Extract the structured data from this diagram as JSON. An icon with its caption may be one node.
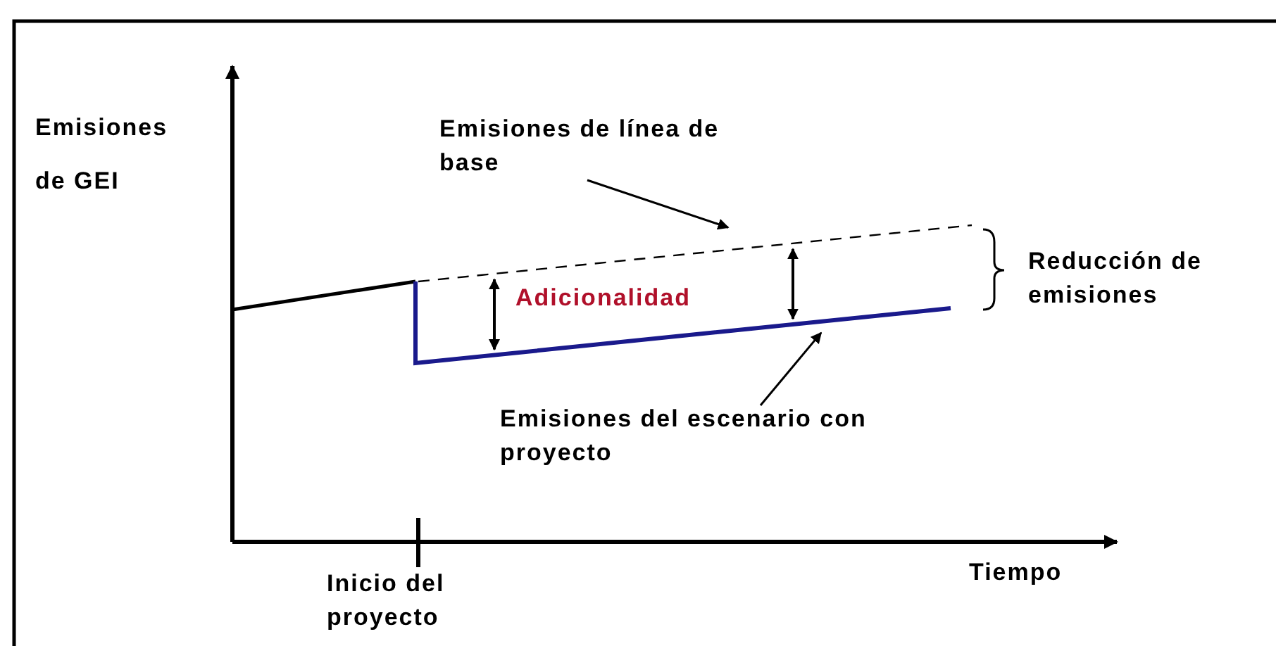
{
  "diagram": {
    "nodes": [
      {
        "text": [
          "Emisiones de línea de base"
        ]
      },
      {
        "text": [],
        "shape": "line"
      },
      {
        "text": [
          "Emisiones del escenario con proyecto"
        ]
      },
      {
        "text": [],
        "shape": "line"
      }
    ],
    "edges": [
      {
        "from": 0,
        "to": 1,
        "arrow": "to"
      },
      {
        "from": 2,
        "to": 3,
        "arrow": "to"
      },
      {
        "from": 1,
        "to": 3,
        "arrow": "both"
      },
      {
        "from": 1,
        "to": 3,
        "arrow": "both"
      }
    ],
    "labels": [
      "Emisiones de GEI",
      "Adicionalidad",
      "Reducción de emisiones",
      "Inicio del proyecto",
      "Tiempo"
    ]
  }
}
